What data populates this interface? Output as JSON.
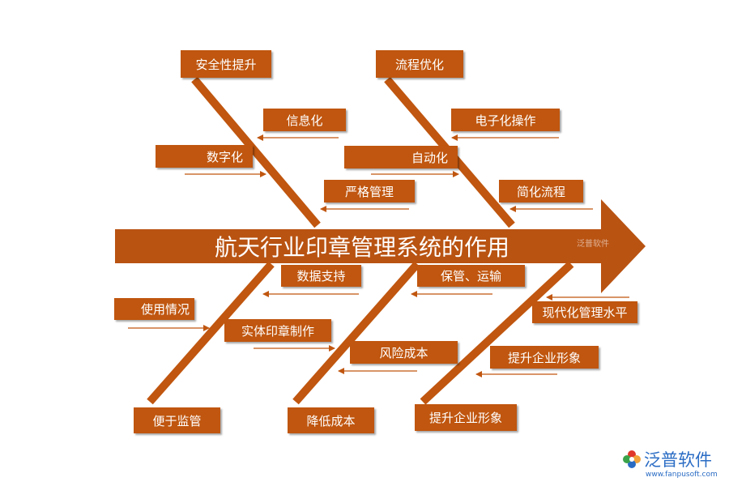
{
  "colors": {
    "box_fill": "#c0560f",
    "bone": "#c0560f",
    "arrow": "#b95312",
    "line": "#c0560f",
    "logo": "#2a6cc4"
  },
  "title": "航天行业印章管理系统的作用",
  "faint_mark": "泛普软件",
  "logo": {
    "icon": "flower-logo-icon",
    "text": "泛普软件",
    "url": "www.fanpusoft.com"
  },
  "top_branches": [
    {
      "head": "安全性提升",
      "causes": [
        "信息化",
        "数字化",
        "严格管理"
      ]
    },
    {
      "head": "流程优化",
      "causes": [
        "电子化操作",
        "自动化",
        "简化流程"
      ]
    }
  ],
  "bottom_branches": [
    {
      "head": "便于监管",
      "causes": [
        "数据支持",
        "使用情况",
        "实体印章制作"
      ]
    },
    {
      "head": "降低成本",
      "causes": [
        "保管、运输",
        "风险成本"
      ]
    },
    {
      "head": "提升企业形象",
      "causes": [
        "现代化管理水平",
        "提升企业形象"
      ]
    }
  ]
}
